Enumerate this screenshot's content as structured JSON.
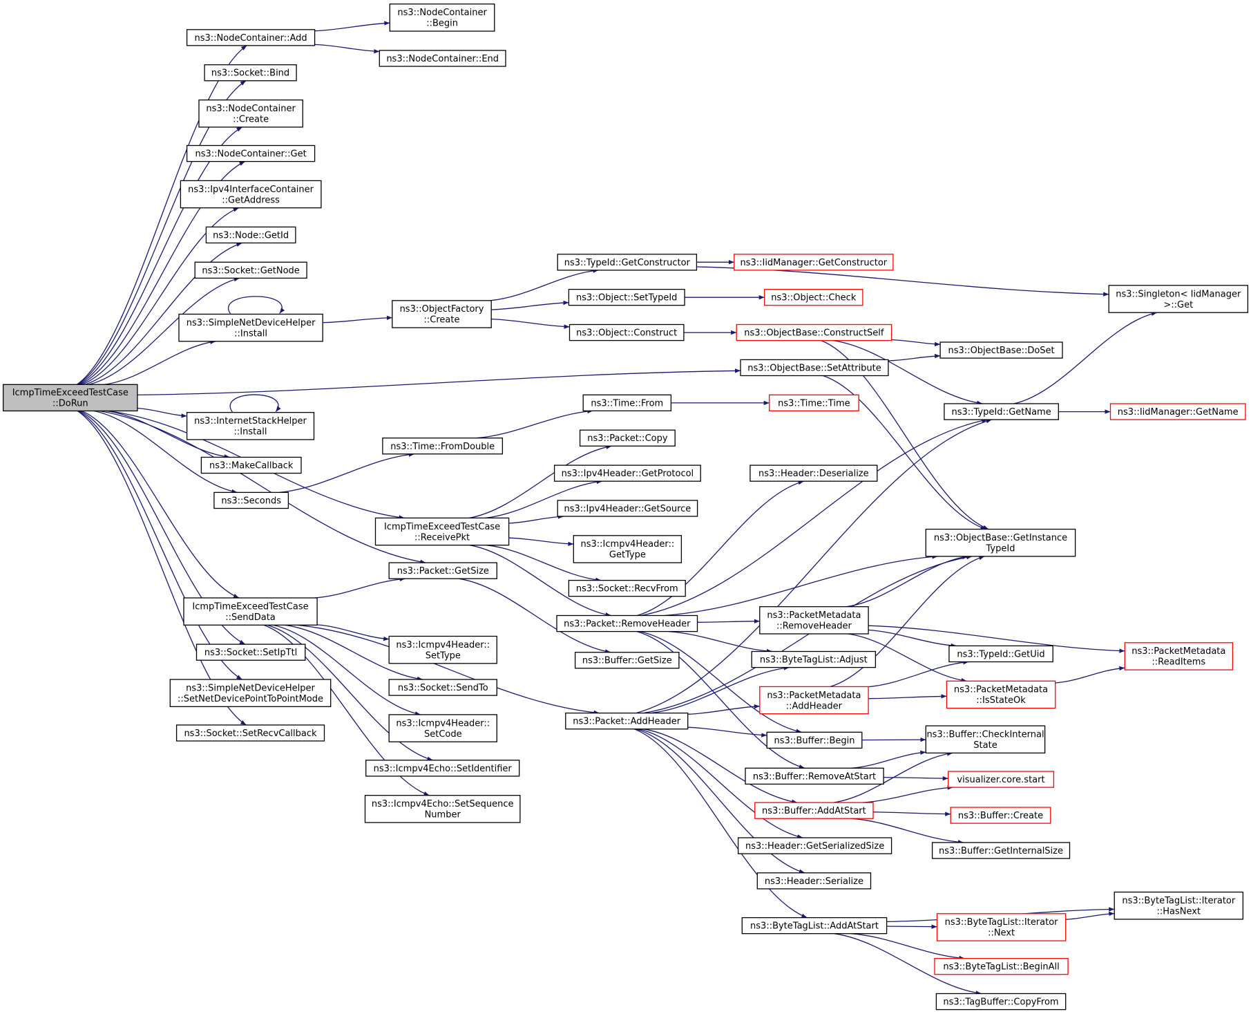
{
  "graph": {
    "root": "DoRun",
    "nodes": [
      {
        "id": "DoRun",
        "lines": [
          "IcmpTimeExceedTestCase",
          "::DoRun"
        ],
        "color": "root"
      },
      {
        "id": "NCAdd",
        "lines": [
          "ns3::NodeContainer::Add"
        ],
        "color": "black"
      },
      {
        "id": "NCBegin",
        "lines": [
          "ns3::NodeContainer",
          "::Begin"
        ],
        "color": "black"
      },
      {
        "id": "NCEnd",
        "lines": [
          "ns3::NodeContainer::End"
        ],
        "color": "black"
      },
      {
        "id": "SockBind",
        "lines": [
          "ns3::Socket::Bind"
        ],
        "color": "black"
      },
      {
        "id": "NCCreate",
        "lines": [
          "ns3::NodeContainer",
          "::Create"
        ],
        "color": "black"
      },
      {
        "id": "NCGet",
        "lines": [
          "ns3::NodeContainer::Get"
        ],
        "color": "black"
      },
      {
        "id": "Ipv4IfcGetAddr",
        "lines": [
          "ns3::Ipv4InterfaceContainer",
          "::GetAddress"
        ],
        "color": "black"
      },
      {
        "id": "NodeGetId",
        "lines": [
          "ns3::Node::GetId"
        ],
        "color": "black"
      },
      {
        "id": "SockGetNode",
        "lines": [
          "ns3::Socket::GetNode"
        ],
        "color": "black"
      },
      {
        "id": "SNDHInstall",
        "lines": [
          "ns3::SimpleNetDeviceHelper",
          "::Install"
        ],
        "color": "black"
      },
      {
        "id": "ObjFactCreate",
        "lines": [
          "ns3::ObjectFactory",
          "::Create"
        ],
        "color": "black"
      },
      {
        "id": "TypeIdGetCtor",
        "lines": [
          "ns3::TypeId::GetConstructor"
        ],
        "color": "black"
      },
      {
        "id": "IidMgrGetCtor",
        "lines": [
          "ns3::IidManager::GetConstructor"
        ],
        "color": "red"
      },
      {
        "id": "SingletonGet",
        "lines": [
          "ns3::Singleton< IidManager",
          ">::Get"
        ],
        "color": "black"
      },
      {
        "id": "ObjSetTypeId",
        "lines": [
          "ns3::Object::SetTypeId"
        ],
        "color": "black"
      },
      {
        "id": "ObjCheck",
        "lines": [
          "ns3::Object::Check"
        ],
        "color": "red"
      },
      {
        "id": "ObjConstruct",
        "lines": [
          "ns3::Object::Construct"
        ],
        "color": "black"
      },
      {
        "id": "ObjBaseConstructSelf",
        "lines": [
          "ns3::ObjectBase::ConstructSelf"
        ],
        "color": "red"
      },
      {
        "id": "ObjBaseDoSet",
        "lines": [
          "ns3::ObjectBase::DoSet"
        ],
        "color": "black"
      },
      {
        "id": "ObjBaseSetAttr",
        "lines": [
          "ns3::ObjectBase::SetAttribute"
        ],
        "color": "black"
      },
      {
        "id": "ISHInstall",
        "lines": [
          "ns3::InternetStackHelper",
          "::Install"
        ],
        "color": "black"
      },
      {
        "id": "TimeFrom",
        "lines": [
          "ns3::Time::From"
        ],
        "color": "black"
      },
      {
        "id": "TimeTime",
        "lines": [
          "ns3::Time::Time"
        ],
        "color": "red"
      },
      {
        "id": "TypeIdGetName",
        "lines": [
          "ns3::TypeId::GetName"
        ],
        "color": "black"
      },
      {
        "id": "IidMgrGetName",
        "lines": [
          "ns3::IidManager::GetName"
        ],
        "color": "red"
      },
      {
        "id": "MakeCallback",
        "lines": [
          "ns3::MakeCallback"
        ],
        "color": "black"
      },
      {
        "id": "TimeFromDouble",
        "lines": [
          "ns3::Time::FromDouble"
        ],
        "color": "black"
      },
      {
        "id": "PacketCopy",
        "lines": [
          "ns3::Packet::Copy"
        ],
        "color": "black"
      },
      {
        "id": "Seconds",
        "lines": [
          "ns3::Seconds"
        ],
        "color": "black"
      },
      {
        "id": "Ipv4HdrGetProto",
        "lines": [
          "ns3::Ipv4Header::GetProtocol"
        ],
        "color": "black"
      },
      {
        "id": "HeaderDeserialize",
        "lines": [
          "ns3::Header::Deserialize"
        ],
        "color": "black"
      },
      {
        "id": "Ipv4HdrGetSource",
        "lines": [
          "ns3::Ipv4Header::GetSource"
        ],
        "color": "black"
      },
      {
        "id": "ReceivePkt",
        "lines": [
          "IcmpTimeExceedTestCase",
          "::ReceivePkt"
        ],
        "color": "black"
      },
      {
        "id": "Icmpv4HdrGetType",
        "lines": [
          "ns3::Icmpv4Header::",
          "GetType"
        ],
        "color": "black"
      },
      {
        "id": "ObjBaseGetInstTypeId",
        "lines": [
          "ns3::ObjectBase::GetInstance",
          "TypeId"
        ],
        "color": "black"
      },
      {
        "id": "PacketGetSize",
        "lines": [
          "ns3::Packet::GetSize"
        ],
        "color": "black"
      },
      {
        "id": "SockRecvFrom",
        "lines": [
          "ns3::Socket::RecvFrom"
        ],
        "color": "black"
      },
      {
        "id": "SendData",
        "lines": [
          "IcmpTimeExceedTestCase",
          "::SendData"
        ],
        "color": "black"
      },
      {
        "id": "PktRemoveHeader",
        "lines": [
          "ns3::Packet::RemoveHeader"
        ],
        "color": "black"
      },
      {
        "id": "PMRemoveHeader",
        "lines": [
          "ns3::PacketMetadata",
          "::RemoveHeader"
        ],
        "color": "black"
      },
      {
        "id": "Icmpv4HdrSetType",
        "lines": [
          "ns3::Icmpv4Header::",
          "SetType"
        ],
        "color": "black"
      },
      {
        "id": "SockSetIpTtl",
        "lines": [
          "ns3::Socket::SetIpTtl"
        ],
        "color": "black"
      },
      {
        "id": "PMReadItems",
        "lines": [
          "ns3::PacketMetadata",
          "::ReadItems"
        ],
        "color": "red"
      },
      {
        "id": "TypeIdGetUid",
        "lines": [
          "ns3::TypeId::GetUid"
        ],
        "color": "black"
      },
      {
        "id": "BufGetSize",
        "lines": [
          "ns3::Buffer::GetSize"
        ],
        "color": "black"
      },
      {
        "id": "BTLAdjust",
        "lines": [
          "ns3::ByteTagList::Adjust"
        ],
        "color": "black"
      },
      {
        "id": "SNDHSetP2P",
        "lines": [
          "ns3::SimpleNetDeviceHelper",
          "::SetNetDevicePointToPointMode"
        ],
        "color": "black"
      },
      {
        "id": "SockSendTo",
        "lines": [
          "ns3::Socket::SendTo"
        ],
        "color": "black"
      },
      {
        "id": "PMAddHeader",
        "lines": [
          "ns3::PacketMetadata",
          "::AddHeader"
        ],
        "color": "red"
      },
      {
        "id": "PMIsStateOk",
        "lines": [
          "ns3::PacketMetadata",
          "::IsStateOk"
        ],
        "color": "red"
      },
      {
        "id": "PktAddHeader",
        "lines": [
          "ns3::Packet::AddHeader"
        ],
        "color": "black"
      },
      {
        "id": "Icmpv4HdrSetCode",
        "lines": [
          "ns3::Icmpv4Header::",
          "SetCode"
        ],
        "color": "black"
      },
      {
        "id": "SockSetRecvCb",
        "lines": [
          "ns3::Socket::SetRecvCallback"
        ],
        "color": "black"
      },
      {
        "id": "BufBegin",
        "lines": [
          "ns3::Buffer::Begin"
        ],
        "color": "black"
      },
      {
        "id": "BufCheckInternal",
        "lines": [
          "ns3::Buffer::CheckInternal",
          "State"
        ],
        "color": "black"
      },
      {
        "id": "Icmpv4EchoSetId",
        "lines": [
          "ns3::Icmpv4Echo::SetIdentifier"
        ],
        "color": "black"
      },
      {
        "id": "BufRemoveAtStart",
        "lines": [
          "ns3::Buffer::RemoveAtStart"
        ],
        "color": "black"
      },
      {
        "id": "VisCoreStart",
        "lines": [
          "visualizer.core.start"
        ],
        "color": "red"
      },
      {
        "id": "Icmpv4EchoSetSeq",
        "lines": [
          "ns3::Icmpv4Echo::SetSequence",
          "Number"
        ],
        "color": "black"
      },
      {
        "id": "BufAddAtStart",
        "lines": [
          "ns3::Buffer::AddAtStart"
        ],
        "color": "red"
      },
      {
        "id": "BufCreate",
        "lines": [
          "ns3::Buffer::Create"
        ],
        "color": "red"
      },
      {
        "id": "HdrGetSerSize",
        "lines": [
          "ns3::Header::GetSerializedSize"
        ],
        "color": "black"
      },
      {
        "id": "BufGetInternalSize",
        "lines": [
          "ns3::Buffer::GetInternalSize"
        ],
        "color": "black"
      },
      {
        "id": "HdrSerialize",
        "lines": [
          "ns3::Header::Serialize"
        ],
        "color": "black"
      },
      {
        "id": "BTLIterHasNext",
        "lines": [
          "ns3::ByteTagList::Iterator",
          "::HasNext"
        ],
        "color": "black"
      },
      {
        "id": "BTLAddAtStart",
        "lines": [
          "ns3::ByteTagList::AddAtStart"
        ],
        "color": "black"
      },
      {
        "id": "BTLIterNext",
        "lines": [
          "ns3::ByteTagList::Iterator",
          "::Next"
        ],
        "color": "red"
      },
      {
        "id": "BTLBeginAll",
        "lines": [
          "ns3::ByteTagList::BeginAll"
        ],
        "color": "red"
      },
      {
        "id": "TagBufCopyFrom",
        "lines": [
          "ns3::TagBuffer::CopyFrom"
        ],
        "color": "black"
      }
    ],
    "edges": [
      [
        "DoRun",
        "NCAdd"
      ],
      [
        "DoRun",
        "SockBind"
      ],
      [
        "DoRun",
        "NCCreate"
      ],
      [
        "DoRun",
        "NCGet"
      ],
      [
        "DoRun",
        "Ipv4IfcGetAddr"
      ],
      [
        "DoRun",
        "NodeGetId"
      ],
      [
        "DoRun",
        "SockGetNode"
      ],
      [
        "DoRun",
        "SNDHInstall"
      ],
      [
        "DoRun",
        "ObjBaseSetAttr"
      ],
      [
        "DoRun",
        "ISHInstall"
      ],
      [
        "DoRun",
        "MakeCallback"
      ],
      [
        "DoRun",
        "Seconds"
      ],
      [
        "DoRun",
        "ReceivePkt"
      ],
      [
        "DoRun",
        "PacketGetSize"
      ],
      [
        "DoRun",
        "SendData"
      ],
      [
        "DoRun",
        "SockSetIpTtl"
      ],
      [
        "DoRun",
        "SNDHSetP2P"
      ],
      [
        "DoRun",
        "SockSetRecvCb"
      ],
      [
        "NCAdd",
        "NCBegin"
      ],
      [
        "NCAdd",
        "NCEnd"
      ],
      [
        "SNDHInstall",
        "SNDHInstall"
      ],
      [
        "SNDHInstall",
        "ObjFactCreate"
      ],
      [
        "ObjFactCreate",
        "TypeIdGetCtor"
      ],
      [
        "ObjFactCreate",
        "ObjSetTypeId"
      ],
      [
        "ObjFactCreate",
        "ObjConstruct"
      ],
      [
        "TypeIdGetCtor",
        "IidMgrGetCtor"
      ],
      [
        "TypeIdGetCtor",
        "SingletonGet"
      ],
      [
        "ObjSetTypeId",
        "ObjCheck"
      ],
      [
        "ObjConstruct",
        "ObjBaseConstructSelf"
      ],
      [
        "ObjBaseConstructSelf",
        "ObjBaseDoSet"
      ],
      [
        "ObjBaseConstructSelf",
        "TypeIdGetName"
      ],
      [
        "ObjBaseConstructSelf",
        "ObjBaseGetInstTypeId"
      ],
      [
        "ObjBaseSetAttr",
        "ObjBaseDoSet"
      ],
      [
        "ObjBaseSetAttr",
        "ObjBaseGetInstTypeId"
      ],
      [
        "ISHInstall",
        "ISHInstall"
      ],
      [
        "Seconds",
        "TimeFromDouble"
      ],
      [
        "TimeFromDouble",
        "TimeFrom"
      ],
      [
        "TimeFrom",
        "TimeTime"
      ],
      [
        "TypeIdGetName",
        "IidMgrGetName"
      ],
      [
        "TypeIdGetName",
        "SingletonGet"
      ],
      [
        "ReceivePkt",
        "PacketCopy"
      ],
      [
        "ReceivePkt",
        "Ipv4HdrGetProto"
      ],
      [
        "ReceivePkt",
        "Ipv4HdrGetSource"
      ],
      [
        "ReceivePkt",
        "Icmpv4HdrGetType"
      ],
      [
        "ReceivePkt",
        "SockRecvFrom"
      ],
      [
        "ReceivePkt",
        "PktRemoveHeader"
      ],
      [
        "PacketGetSize",
        "BufGetSize"
      ],
      [
        "SendData",
        "PacketGetSize"
      ],
      [
        "SendData",
        "Icmpv4HdrSetType"
      ],
      [
        "SendData",
        "SockSendTo"
      ],
      [
        "SendData",
        "Icmpv4HdrSetCode"
      ],
      [
        "SendData",
        "Icmpv4EchoSetId"
      ],
      [
        "SendData",
        "Icmpv4EchoSetSeq"
      ],
      [
        "SendData",
        "PktAddHeader"
      ],
      [
        "PktRemoveHeader",
        "TypeIdGetName"
      ],
      [
        "PktRemoveHeader",
        "HeaderDeserialize"
      ],
      [
        "PktRemoveHeader",
        "ObjBaseGetInstTypeId"
      ],
      [
        "PktRemoveHeader",
        "PMRemoveHeader"
      ],
      [
        "PktRemoveHeader",
        "BTLAdjust"
      ],
      [
        "PktRemoveHeader",
        "BufBegin"
      ],
      [
        "PktRemoveHeader",
        "BufRemoveAtStart"
      ],
      [
        "PMRemoveHeader",
        "ObjBaseGetInstTypeId"
      ],
      [
        "PMRemoveHeader",
        "PMReadItems"
      ],
      [
        "PMRemoveHeader",
        "TypeIdGetUid"
      ],
      [
        "PMRemoveHeader",
        "PMIsStateOk"
      ],
      [
        "PMAddHeader",
        "ObjBaseGetInstTypeId"
      ],
      [
        "PMAddHeader",
        "TypeIdGetUid"
      ],
      [
        "PMAddHeader",
        "PMIsStateOk"
      ],
      [
        "PMIsStateOk",
        "PMReadItems"
      ],
      [
        "PktAddHeader",
        "TypeIdGetName"
      ],
      [
        "PktAddHeader",
        "ObjBaseGetInstTypeId"
      ],
      [
        "PktAddHeader",
        "BTLAdjust"
      ],
      [
        "PktAddHeader",
        "PMAddHeader"
      ],
      [
        "PktAddHeader",
        "BufBegin"
      ],
      [
        "PktAddHeader",
        "BufAddAtStart"
      ],
      [
        "PktAddHeader",
        "HdrGetSerSize"
      ],
      [
        "PktAddHeader",
        "HdrSerialize"
      ],
      [
        "PktAddHeader",
        "BTLAddAtStart"
      ],
      [
        "BufBegin",
        "BufCheckInternal"
      ],
      [
        "BufRemoveAtStart",
        "BufCheckInternal"
      ],
      [
        "BufRemoveAtStart",
        "VisCoreStart"
      ],
      [
        "BufAddAtStart",
        "BufCheckInternal"
      ],
      [
        "BufAddAtStart",
        "VisCoreStart"
      ],
      [
        "BufAddAtStart",
        "BufCreate"
      ],
      [
        "BufAddAtStart",
        "BufGetInternalSize"
      ],
      [
        "BTLAddAtStart",
        "BTLIterHasNext"
      ],
      [
        "BTLAddAtStart",
        "BTLIterNext"
      ],
      [
        "BTLAddAtStart",
        "BTLBeginAll"
      ],
      [
        "BTLAddAtStart",
        "TagBufCopyFrom"
      ],
      [
        "BTLIterNext",
        "BTLIterHasNext"
      ]
    ]
  }
}
